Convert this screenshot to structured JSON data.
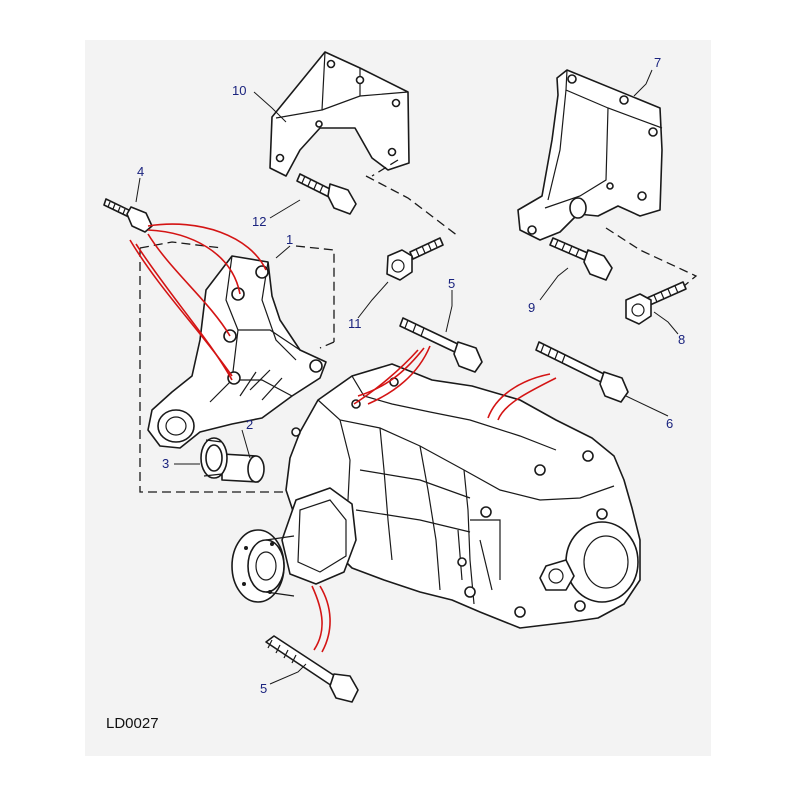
{
  "diagram": {
    "code": "LD0027",
    "callouts": {
      "c1": "1",
      "c2": "2",
      "c3": "3",
      "c4": "4",
      "c5a": "5",
      "c5b": "5",
      "c6": "6",
      "c7": "7",
      "c8": "8",
      "c9": "9",
      "c10": "10",
      "c11": "11",
      "c12": "12"
    }
  },
  "colors": {
    "background_panel": "#f3f3f3",
    "callout_text": "#1a237e",
    "highlight_lines": "#d41414",
    "linework": "#1a1a1a"
  }
}
